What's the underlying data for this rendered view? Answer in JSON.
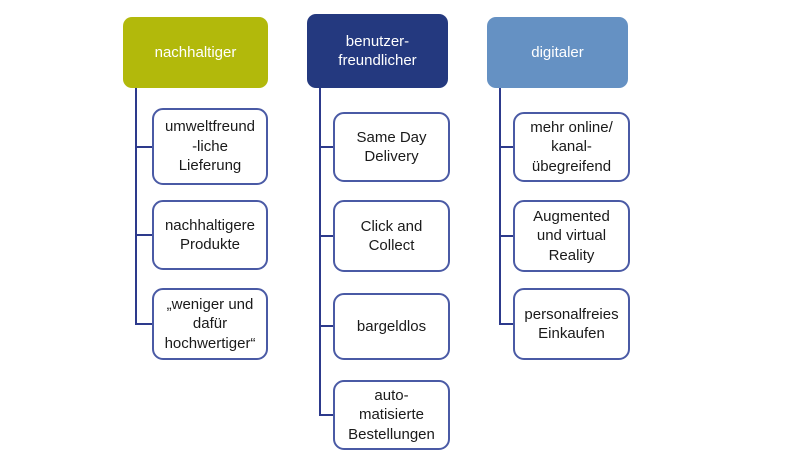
{
  "diagram": {
    "columns": [
      {
        "header": "nachhaltiger",
        "children": [
          {
            "label": "umweltfreund\n-liche\nLieferung"
          },
          {
            "label": "nachhaltigere\nProdukte"
          },
          {
            "label": "„weniger und\ndafür\nhochwertiger“"
          }
        ]
      },
      {
        "header": "benutzer-\nfreundlicher",
        "children": [
          {
            "label": "Same Day\nDelivery"
          },
          {
            "label": "Click and\nCollect"
          },
          {
            "label": "bargeldlos"
          },
          {
            "label": "auto-\nmatisierte\nBestellungen"
          }
        ]
      },
      {
        "header": "digitaler",
        "children": [
          {
            "label": "mehr online/\nkanal-\nübegreifend"
          },
          {
            "label": "Augmented\nund virtual\nReality"
          },
          {
            "label": "personalfreies\nEinkaufen"
          }
        ]
      }
    ]
  },
  "colors": {
    "header_sustainable": "#b2b90b",
    "header_userfriendly": "#24397f",
    "header_digital": "#6591c3",
    "header_text": "#ffffff",
    "child_border": "#4a5aa5",
    "child_text": "#1a1a1a",
    "connector": "#2d3a8c"
  }
}
